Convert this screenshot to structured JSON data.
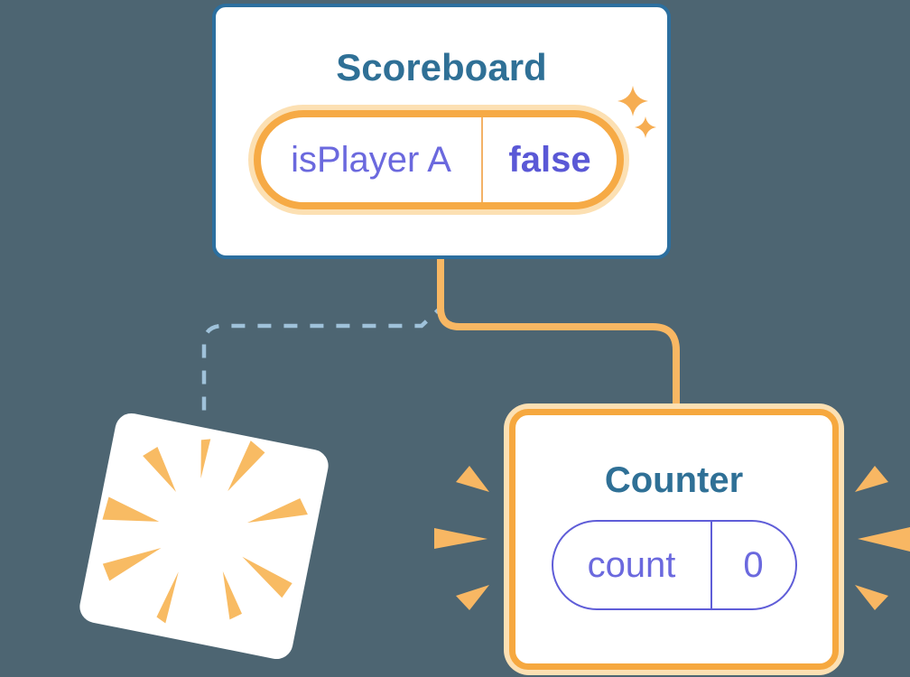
{
  "scoreboard": {
    "title": "Scoreboard",
    "state": {
      "name": "isPlayer A",
      "value": "false"
    }
  },
  "counter": {
    "title": "Counter",
    "state": {
      "name": "count",
      "value": "0"
    }
  },
  "icons": {
    "sparkle": "sparkle-icon",
    "burst": "burst-icon",
    "explosion": "explosion-rays-icon"
  },
  "colors": {
    "background": "#4d6572",
    "card_fill": "#ffffff",
    "scoreboard_border": "#2c6f9f",
    "title_text": "#2f7096",
    "state_name_text": "#6b69de",
    "state_value_text": "#5a58d6",
    "orange_border": "#f6a83f",
    "orange_border_light": "#fce0b3",
    "connector_orange": "#f8b763",
    "connector_dashed": "#9fc2da",
    "count_pill_border": "#5f5dd8",
    "burst_orange": "#f8b763",
    "sparkle_orange": "#f6ad52"
  }
}
